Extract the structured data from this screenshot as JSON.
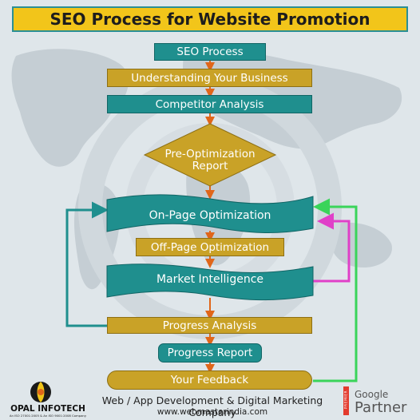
{
  "title": "SEO Process for Website Promotion",
  "steps": {
    "s1": "SEO Process",
    "s2": "Understanding Your Business",
    "s3": "Competitor Analysis",
    "s4_line1": "Pre-Optimization",
    "s4_line2": "Report",
    "s5": "On-Page Optimization",
    "s6": "Off-Page Optimization",
    "s7": "Market Intelligence",
    "s8": "Progress Analysis",
    "s9": "Progress Report",
    "s10": "Your Feedback"
  },
  "footer": {
    "company": "OPAL INFOTECH",
    "cert": "An ISO 27001:2005 & An ISO 9001:2008 Company",
    "tagline": "Web / App Development & Digital Marketing Company",
    "url": "www.webmasterindia.com",
    "premier": "PREMIER",
    "google": "Google",
    "partner": "Partner"
  },
  "colors": {
    "teal": "#1f8f8e",
    "gold": "#c9a227",
    "title_bg": "#f2c51a",
    "arrow_orange": "#e0661a",
    "loop_teal": "#1f8f8e",
    "loop_magenta": "#e040c8",
    "loop_green": "#3ad45a"
  }
}
